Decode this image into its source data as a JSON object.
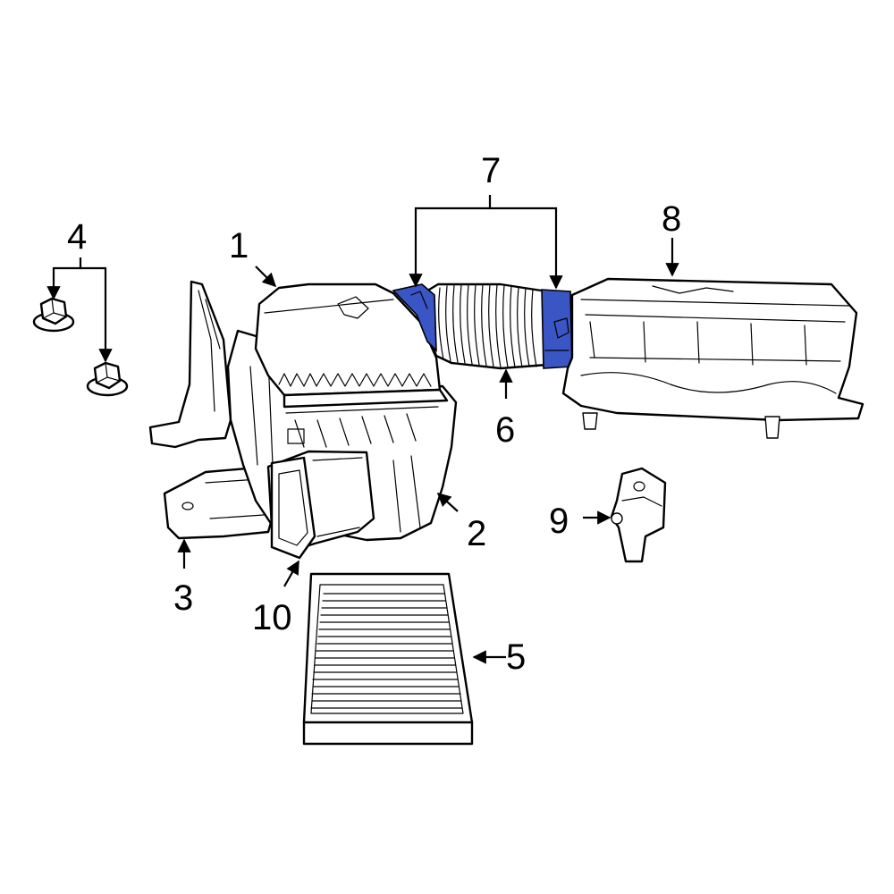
{
  "callouts": {
    "c1": "1",
    "c2": "2",
    "c3": "3",
    "c4": "4",
    "c5": "5",
    "c6": "6",
    "c7": "7",
    "c8": "8",
    "c9": "9",
    "c10": "10"
  },
  "colors": {
    "highlight": "#3a55c4",
    "line": "#000000",
    "fill": "#ffffff"
  }
}
